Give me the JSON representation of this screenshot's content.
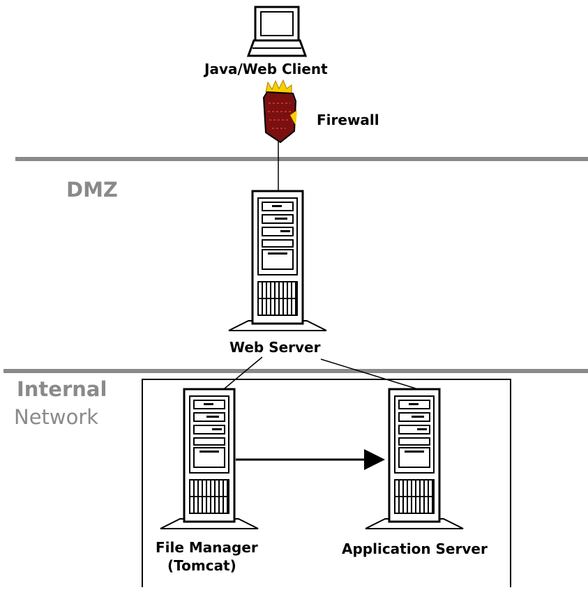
{
  "nodes": {
    "client": "Java/Web Client",
    "firewall": "Firewall",
    "web_server": "Web Server",
    "file_manager_line1": "File Manager",
    "file_manager_line2": "(Tomcat)",
    "app_server": "Application Server"
  },
  "zones": {
    "dmz": "DMZ",
    "internal_line1": "Internal",
    "internal_line2": "Network"
  },
  "colors": {
    "divider": "#8a8a8a",
    "zone_text": "#8a8a8a",
    "firewall_body": "#7a1010",
    "firewall_flame": "#f5d000"
  }
}
